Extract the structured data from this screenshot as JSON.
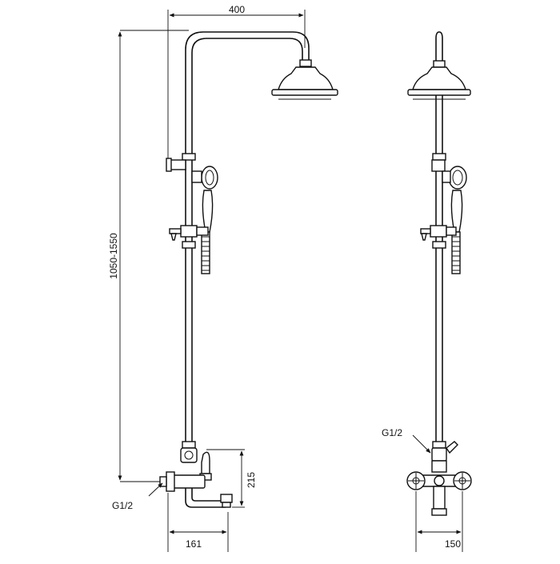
{
  "dimensions": {
    "arm_reach": "400",
    "height_range": "1050-1550",
    "spout_height": "215",
    "spout_projection": "161",
    "inlet_centers": "150"
  },
  "connections": {
    "side_inlet": "G1/2",
    "front_inlet": "G1/2"
  }
}
